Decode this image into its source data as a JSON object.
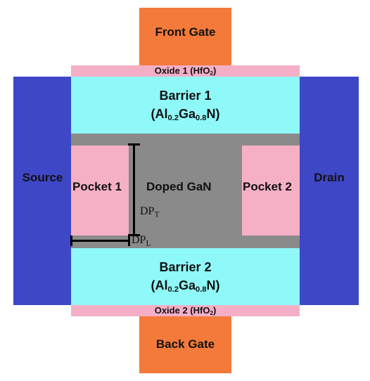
{
  "front_gate": "Front Gate",
  "back_gate": "Back Gate",
  "oxide1": {
    "name": "Oxide 1",
    "material_pre": "(HfO",
    "material_sub": "2",
    "material_post": ")"
  },
  "oxide2": {
    "name": "Oxide 2",
    "material_pre": "(HfO",
    "material_sub": "2",
    "material_post": ")"
  },
  "barrier1": {
    "name": "Barrier 1",
    "m1": "(Al",
    "s1": "0.2",
    "m2": "Ga",
    "s2": "0.8",
    "m3": "N)"
  },
  "barrier2": {
    "name": "Barrier 2",
    "m1": "(Al",
    "s1": "0.2",
    "m2": "Ga",
    "s2": "0.8",
    "m3": "N)"
  },
  "source": "Source",
  "drain": "Drain",
  "channel": "Doped GaN",
  "pocket1": "Pocket 1",
  "pocket2": "Pocket 2",
  "dp_t": {
    "base": "DP",
    "sub": "T"
  },
  "dp_l": {
    "base": "DP",
    "sub": "L"
  },
  "colors": {
    "gate": "#f37a3a",
    "oxide": "#f4afc6",
    "barrier": "#8ff8f8",
    "source_drain": "#3e47c6",
    "channel": "#8a8a8a",
    "pocket": "#f6b0c6"
  }
}
